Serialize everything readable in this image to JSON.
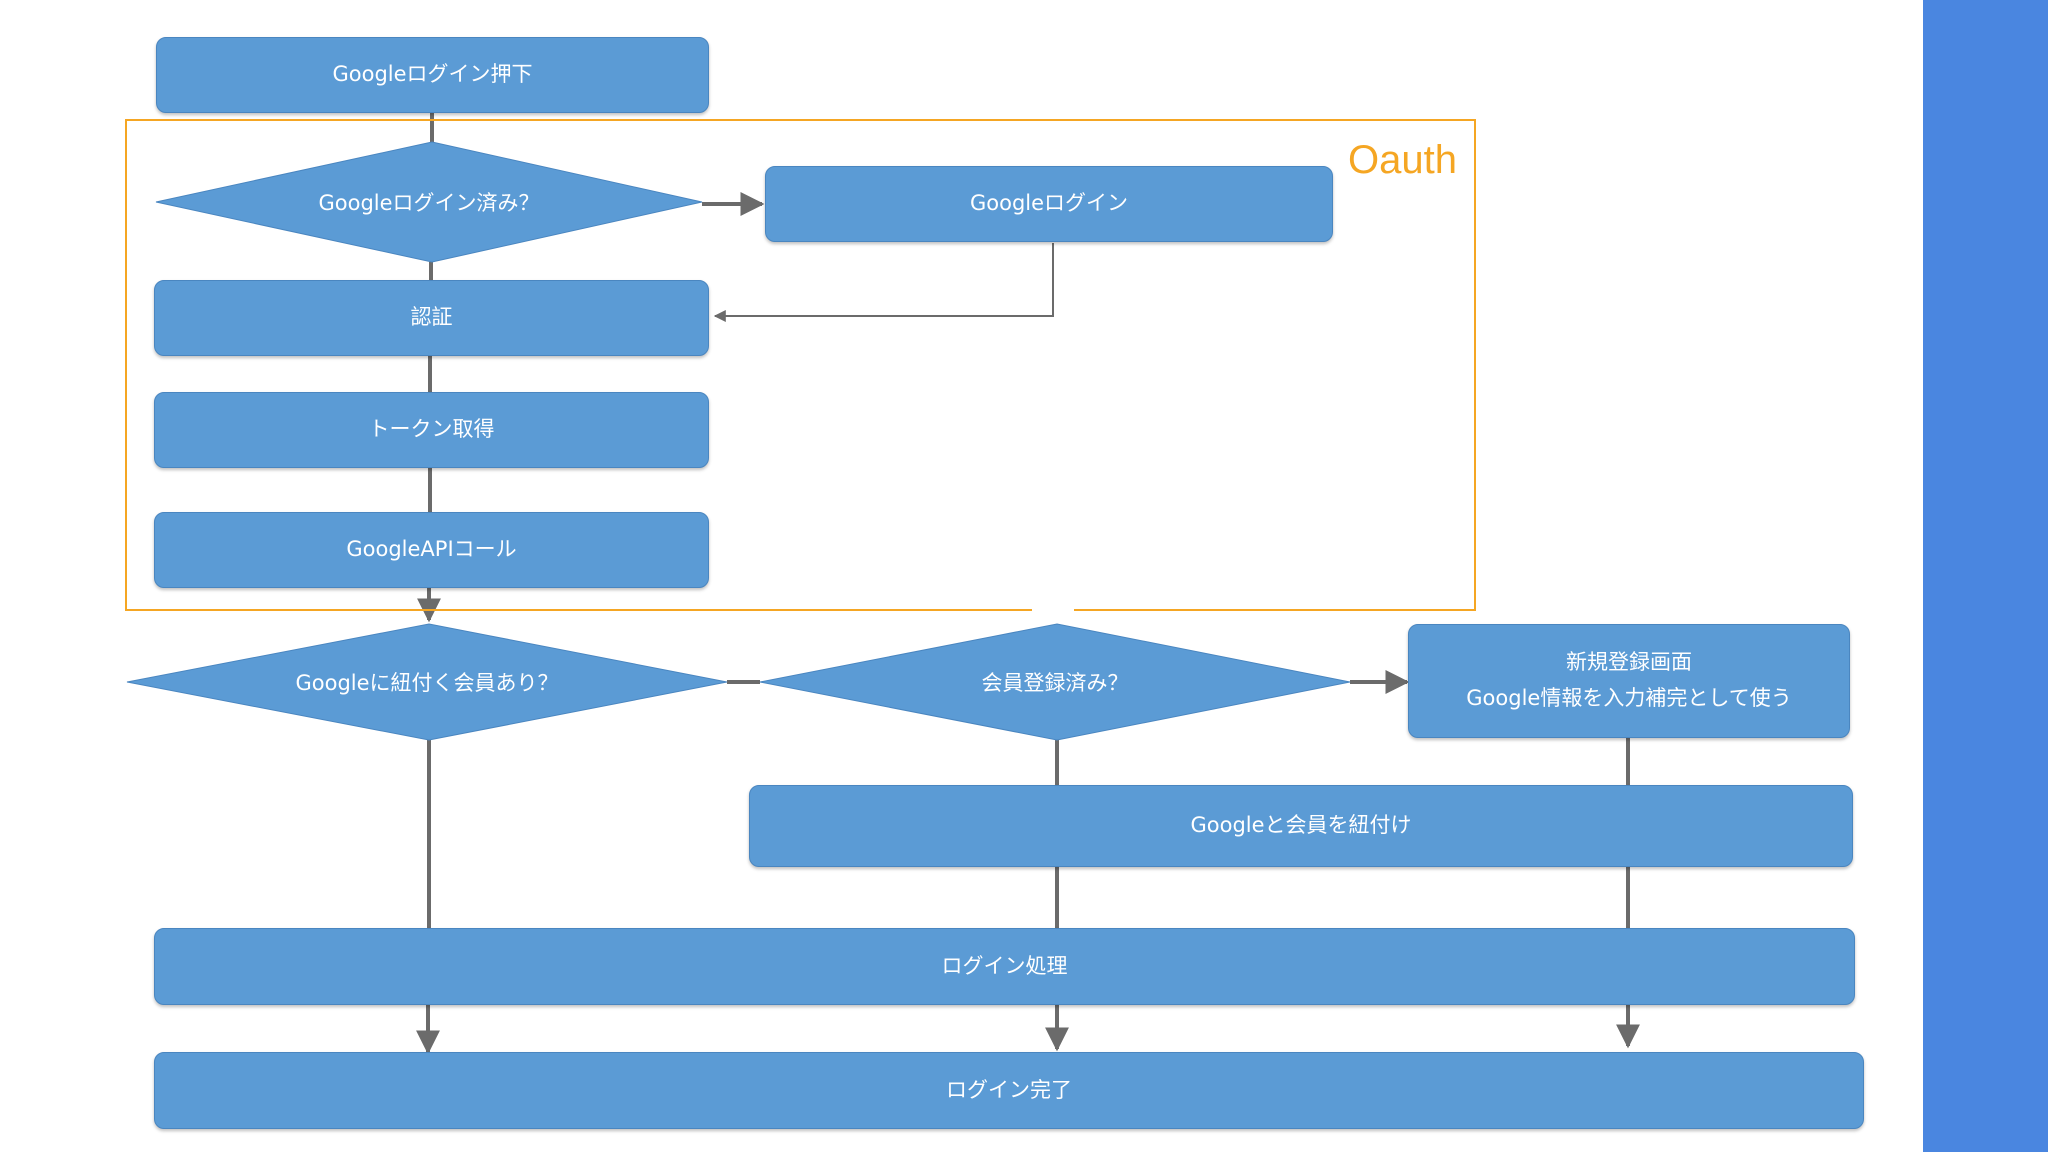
{
  "colors": {
    "node_fill": "#5b9bd5",
    "node_border": "#4a86c0",
    "connector": "#6b6b6b",
    "oauth_frame": "#f5a623",
    "oauth_label": "#f5a623",
    "side_bar": "#4a86e0",
    "node_text": "#ffffff"
  },
  "oauth": {
    "label": "Oauth"
  },
  "nodes": {
    "google_login_press": "Googleログイン押下",
    "already_logged_in": "Googleログイン済み？",
    "google_login": "Googleログイン",
    "authentication": "認証",
    "token_acquire": "トークン取得",
    "google_api_call": "GoogleAPIコール",
    "has_linked_member": "Googleに紐付く会員あり？",
    "member_registered": "会員登録済み？",
    "new_registration_line1": "新規登録画面",
    "new_registration_line2": "Google情報を入力補完として使う",
    "link_google_member": "Googleと会員を紐付け",
    "login_process": "ログイン処理",
    "login_complete": "ログイン完了"
  }
}
